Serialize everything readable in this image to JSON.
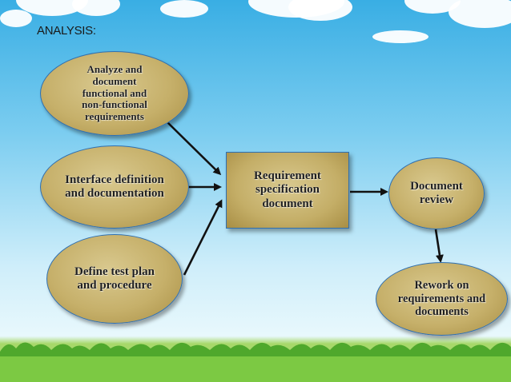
{
  "heading": "ANALYSIS:",
  "nodes": {
    "analyze": "Analyze and document functional and non-functional requirements",
    "interface": "Interface definition and documentation",
    "test_plan": "Define test plan and procedure",
    "spec_doc": "Requirement specification document",
    "review": "Document review",
    "rework": "Rework on requirements and documents"
  },
  "colors": {
    "node_fill": "#c6b06a",
    "node_border": "#2f6fb0",
    "arrow": "#111111",
    "sky": "#7ccdf0",
    "grass": "#6bbf3a"
  }
}
